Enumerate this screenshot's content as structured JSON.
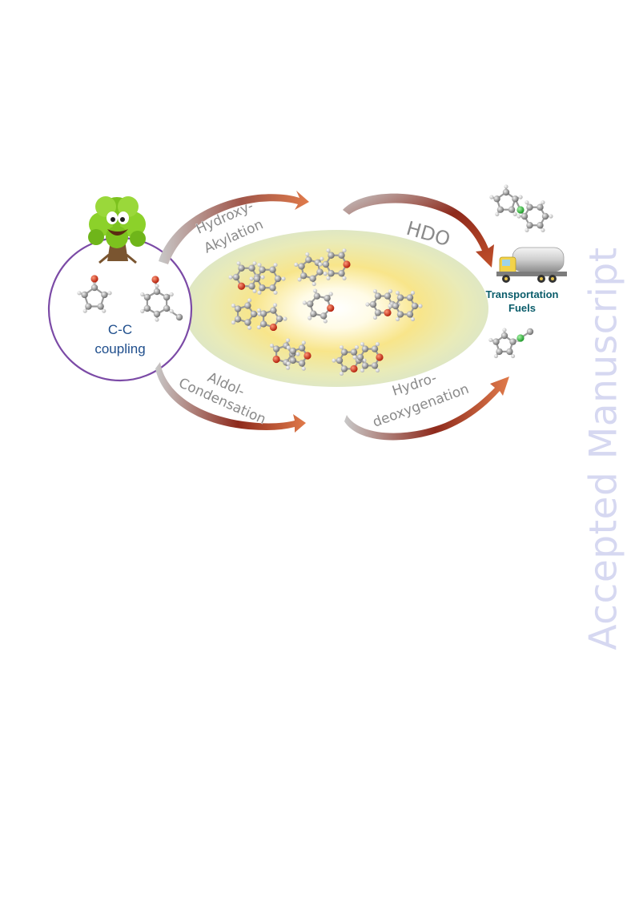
{
  "labels": {
    "hydroxy_line1": "Hydroxy-",
    "hydroxy_line2": "Akylation",
    "hdo": "HDO",
    "aldol_line1": "Aldol-",
    "aldol_line2": "Condensation",
    "hydro_line1": "Hydro-",
    "hydro_line2": "deoxygenation",
    "coupling_line1": "C-C",
    "coupling_line2": "coupling",
    "fuels_line1": "Transportation",
    "fuels_line2": "Fuels"
  },
  "watermark": "Accepted Manuscript",
  "icons": [
    "tree-icon",
    "truck-icon",
    "molecule-icon"
  ],
  "colors": {
    "circle": "#7b4aa6",
    "arrow_dark": "#8e2a1c",
    "arrow_light": "#bdbdbd",
    "label_grey": "#8a8a8a",
    "coupling_text": "#1f4e8c",
    "fuels_text": "#0b5d6b",
    "glow_center": "#fffbe6",
    "glow_mid": "#f8e58a",
    "glow_edge": "#dfe7c3",
    "watermark": "#d6d8f1",
    "atom_carbon": "#8c8c8c",
    "atom_oxygen": "#d6371d",
    "atom_nitrogen": "#2fbf3c"
  }
}
